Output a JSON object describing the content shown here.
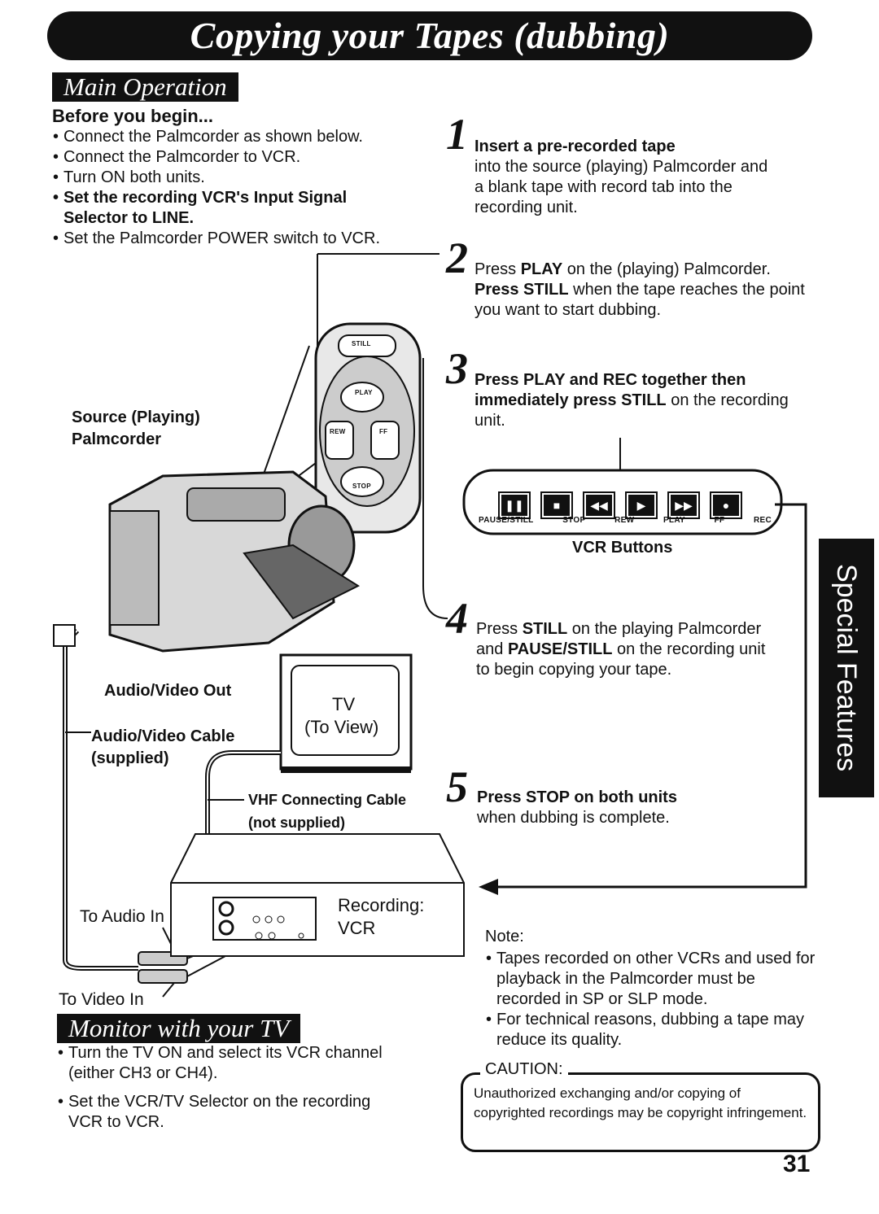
{
  "header": {
    "title": "Copying your Tapes (dubbing)"
  },
  "main_operation": {
    "heading": "Main Operation",
    "before_heading": "Before you begin...",
    "bullets": [
      "Connect the Palmcorder as shown below.",
      "Connect the Palmcorder to VCR.",
      "Turn ON both units."
    ],
    "bullet_bold": "Set the recording VCR's Input Signal Selector to LINE.",
    "bullet_last": "Set the Palmcorder POWER switch to VCR."
  },
  "steps": [
    {
      "num": "1",
      "bold": "Insert a pre-recorded tape",
      "text": "into the source (playing) Palmcorder and a blank tape with record tab into the recording unit."
    },
    {
      "num": "2",
      "p1": "Press ",
      "b1": "PLAY",
      "p2": " on the (playing) Palmcorder. ",
      "b2": "Press STILL",
      "p3": " when the tape reaches the point you want to start dubbing."
    },
    {
      "num": "3",
      "bold": "Press PLAY and REC together then immediately press STILL",
      "p1": " on the recording unit."
    },
    {
      "num": "4",
      "p1": "Press ",
      "b1": "STILL",
      "p2": " on the playing Palmcorder and ",
      "b2": "PAUSE/STILL",
      "p3": " on the recording unit to begin copying your tape."
    },
    {
      "num": "5",
      "bold": "Press STOP on both units",
      "text": "when dubbing is complete."
    }
  ],
  "diagram": {
    "source_label": "Source (Playing) Palmcorder",
    "av_out": "Audio/Video Out",
    "av_cable": "Audio/Video Cable (supplied)",
    "tv_label": "TV",
    "tv_sub": "(To View)",
    "vhf_cable": "VHF Connecting Cable",
    "vhf_note": "(not supplied)",
    "recording_label": "Recording:",
    "vcr_label": "VCR",
    "to_audio": "To Audio In",
    "to_video": "To Video In",
    "remote": {
      "still": "STILL",
      "play": "PLAY",
      "rew": "REW",
      "ff": "FF",
      "stop": "STOP"
    },
    "vcr_buttons_caption": "VCR Buttons",
    "vcr_buttons": [
      {
        "label": "PAUSE/STILL",
        "icon": "pause-icon"
      },
      {
        "label": "STOP",
        "icon": "stop-icon"
      },
      {
        "label": "REW",
        "icon": "rewind-icon"
      },
      {
        "label": "PLAY",
        "icon": "play-icon"
      },
      {
        "label": "FF",
        "icon": "fast-forward-icon"
      },
      {
        "label": "REC",
        "icon": "record-icon"
      }
    ]
  },
  "note": {
    "heading": "Note:",
    "items": [
      "Tapes recorded on other VCRs and used for playback in the Palmcorder must be recorded in SP or SLP mode.",
      "For technical reasons, dubbing a tape may reduce its quality."
    ]
  },
  "caution": {
    "heading": "CAUTION:",
    "text": "Unauthorized exchanging and/or copying of copyrighted recordings may be copyright infringement."
  },
  "monitor": {
    "heading": "Monitor with your TV",
    "items": [
      "Turn the TV ON and select its VCR channel (either CH3 or CH4).",
      "Set the VCR/TV Selector on the recording VCR to VCR."
    ]
  },
  "side_tab": "Special Features",
  "page_number": "31"
}
